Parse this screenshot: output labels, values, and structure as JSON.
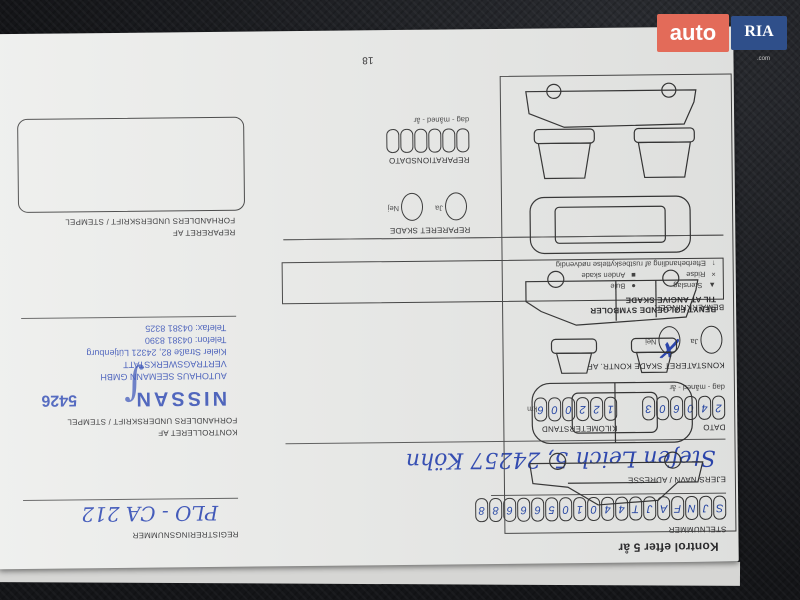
{
  "page": {
    "page_number": "18",
    "footer_title": "Kontrol efter 5 år"
  },
  "left_section": {
    "serial_label": "STELNUMMER",
    "serial_digits": [
      "S",
      "J",
      "N",
      "F",
      "A",
      "J",
      "T",
      "4",
      "4",
      "0",
      "1",
      "0",
      "5",
      "6",
      "6",
      "6",
      "8",
      "8"
    ],
    "owner_label": "EJERS NAVN / ADRESSE",
    "owner_handwritten": "Stefen Leich 5, 24257 Köhn",
    "date_label": "DATO",
    "date_sub": "dag - måned - år",
    "date_digits": [
      "2",
      "4",
      "0",
      "6",
      "0",
      "3"
    ],
    "km_label": "KILOMETERSTAND",
    "km_digits": [
      "1",
      "2",
      "2",
      "0",
      "0",
      "6"
    ],
    "km_unit": "km",
    "inspected_label": "KONTROLLERET AF",
    "dealer_sig_label": "FORHANDLERS UNDERSKRIFT / STEMPEL",
    "damage_checked_label": "KONSTATERET SKADE  KONTR. AF",
    "yes_label": "Ja",
    "no_label": "Nej",
    "remarks_label": "BEMÆRKNINGER"
  },
  "registration": {
    "label": "REGISTRERINGSNUMMER",
    "handwritten": "PLO - CA 212"
  },
  "stamp": {
    "brand": "NISSAN",
    "code": "5426",
    "line1": "AUTOHAUS SEEMANN GMBH",
    "line2": "VERTRAGSWERKSTATT",
    "line3": "Kieler Straße 82, 24321 Lütjenburg",
    "line4": "Telefon: 04381 8390",
    "line5": "Telefax: 04381 8325"
  },
  "right_section": {
    "symbols_title_1": "BENYT FØLGENDE SYMBOLER",
    "symbols_title_2": "TIL AT ANGIVE SKADE",
    "legend": [
      {
        "symbol": "▲",
        "text": "Stenslag"
      },
      {
        "symbol": "●",
        "text": "Bule"
      },
      {
        "symbol": "×",
        "text": "Ridse"
      },
      {
        "symbol": "■",
        "text": "Anden skade"
      },
      {
        "symbol": "↑",
        "text": "Efterbehandling af rustbeskyttelse nødvendig"
      }
    ],
    "repaired_label": "REPARERET SKADE",
    "repair_date_label": "REPARATIONSDATO",
    "repair_date_sub": "dag - måned - år",
    "repaired_by_label": "REPARERET AF",
    "repaired_sig_label": "FORHANDLERS UNDERSKRIFT / STEMPEL"
  },
  "watermark": {
    "auto": "auto",
    "ria": "RIA",
    "domain": ".com"
  }
}
